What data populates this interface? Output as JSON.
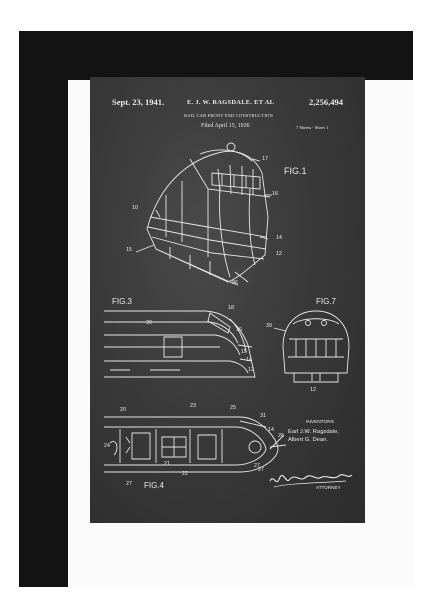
{
  "header": {
    "date": "Sept. 23, 1941.",
    "authors": "E. J. W. RAGSDALE. ET AL",
    "patent_number": "2,256,494",
    "subtitle": "RAIL CAR FRONT END CONSTRUCTION",
    "filed": "Filed April 15, 1936",
    "sheets": "7 Sheets - Sheet 1"
  },
  "figures": {
    "fig1": "FIG.1",
    "fig3": "FIG.3",
    "fig7": "FIG.7",
    "fig4": "FIG.4"
  },
  "inventors": {
    "heading": "INVENTORS",
    "name1": "Earl J.W. Ragsdale,",
    "name2": "Albert G. Dean.",
    "attorney": "ATTORNEY"
  },
  "ref_numbers": {
    "f1": [
      "17",
      "16",
      "10",
      "14",
      "15",
      "12",
      "96"
    ],
    "f3": [
      "18",
      "39",
      "16",
      "15",
      "14",
      "12"
    ],
    "f7": [
      "39",
      "12"
    ],
    "f4": [
      "20",
      "23",
      "25",
      "31",
      "24",
      "14",
      "26",
      "27",
      "21",
      "22",
      "27",
      "27"
    ]
  },
  "colors": {
    "frame": "#131313",
    "mat": "#fbfbfb",
    "chalkboard": "#3a3a3a",
    "chalk": "#eaeaea"
  }
}
